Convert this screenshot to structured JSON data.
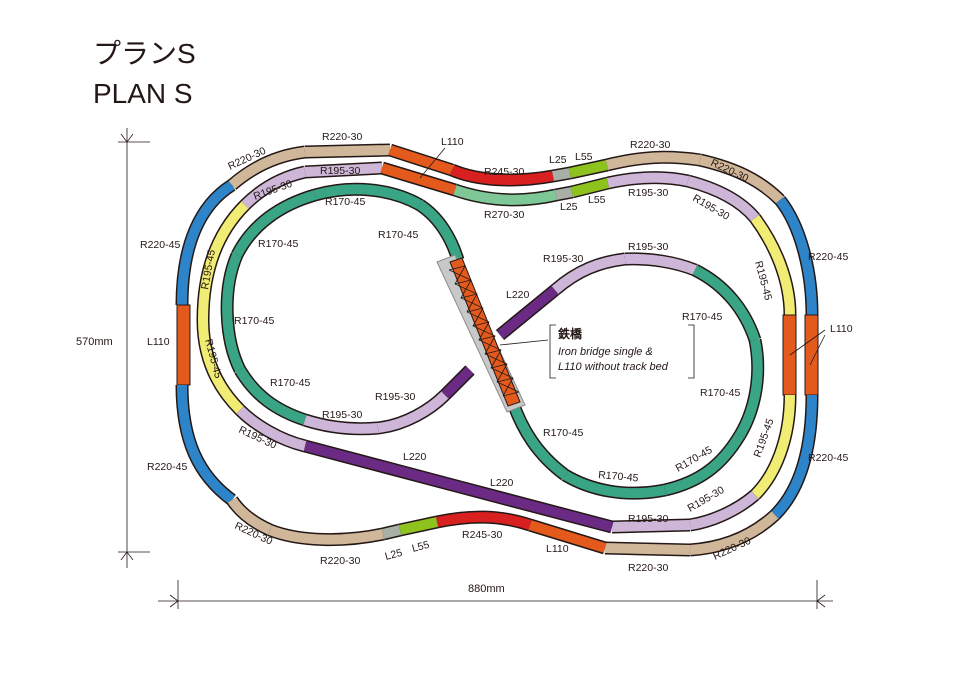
{
  "title": {
    "jp": "プランS",
    "en": "PLAN S"
  },
  "dimensions": {
    "height": "570mm",
    "width": "880mm"
  },
  "bridge_note": {
    "jp": "鉄橋",
    "line1": "Iron bridge single &",
    "line2": "L110 without track bed"
  },
  "colors": {
    "R220": "#d1b79a",
    "R195": "#cdb6d8",
    "R170": "#3aa585",
    "R245": "#d7201f",
    "R270": "#7dc896",
    "L110": "#e45a1c",
    "L220": "#6b2a83",
    "L25": "#a8b0a6",
    "L55": "#8dc21f",
    "R220_45": "#2d84c8",
    "R195_45": "#f0ec74",
    "bridge": "#c8c8c8"
  },
  "labels": {
    "r220_30": "R220-30",
    "r220_45": "R220-45",
    "r195_30": "R195-30",
    "r195_45": "R195-45",
    "r170_45": "R170-45",
    "r245_30": "R245-30",
    "r270_30": "R270-30",
    "l110": "L110",
    "l220": "L220",
    "l25": "L25",
    "l55": "L55"
  }
}
